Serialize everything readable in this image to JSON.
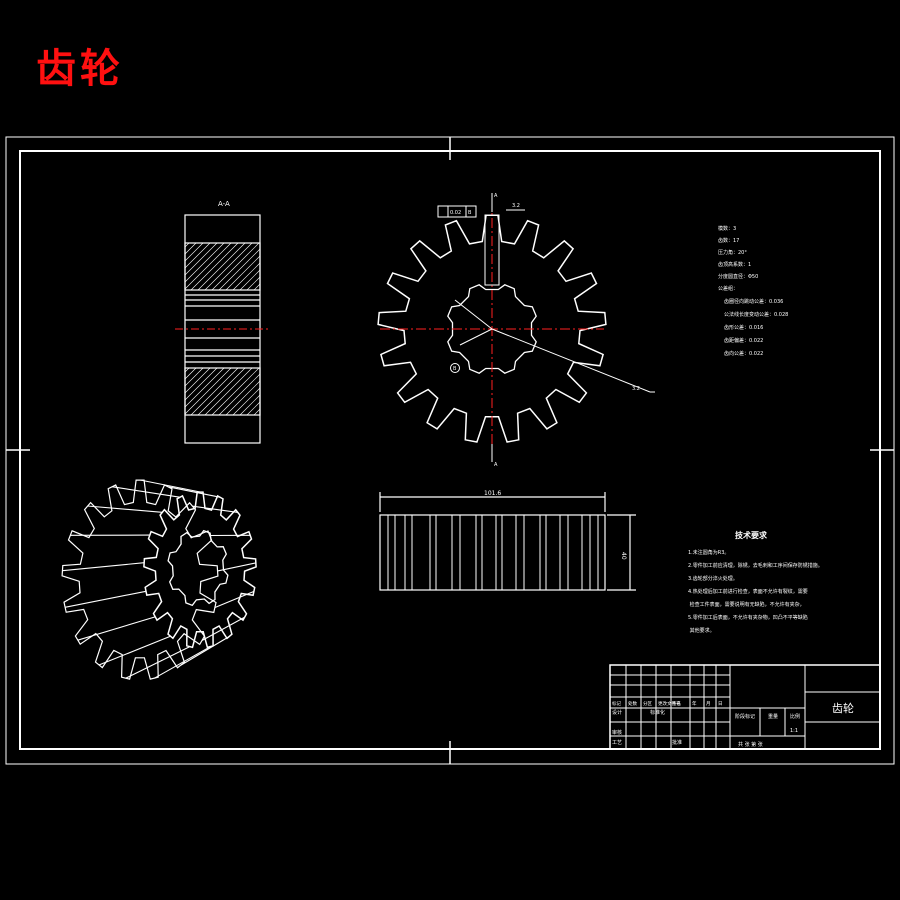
{
  "title": "齿轮",
  "section_label": "A-A",
  "cut_label_top": "A",
  "cut_label_bottom": "A",
  "tolerance_box": "0.02",
  "tolerance_datum": "B",
  "roughness_top": "3.2",
  "roughness_right": "3.2",
  "datum_circle": "B",
  "dim_width": "101.6",
  "dim_height": "40",
  "params": [
    "模数：3",
    "齿数：17",
    "压力角：20°",
    "齿顶高系数：1",
    "分度圆直径：Φ50",
    "公差组："
  ],
  "params_sub": [
    "齿圈径向跳动公差：0.036",
    "公法线长度变动公差：0.028",
    "齿形公差：0.016",
    "齿距偏差：0.022",
    "齿向公差：0.022"
  ],
  "tech_title": "技术要求",
  "tech_lines": [
    "1.未注圆角为R3。",
    "2.零件加工前应清理，除锈，去毛刺和工序间保存防锈措施。",
    "3.齿轮部分淬火处理。",
    "4.热处理后加工前进行检查，表面不允许有裂纹，需要",
    "  检查工件表面，需要说明有无缺陷，不允许有夹杂，",
    "5.零件加工后表面，不允许有夹杂物，凹凸不平等缺陷",
    "  其他要求。"
  ],
  "titleblock": {
    "name": "齿轮",
    "row_labels": [
      "标记",
      "处数",
      "分区",
      "更改文件号",
      "签名",
      "年",
      "月",
      "日"
    ],
    "design": "设计",
    "standard": "标准化",
    "review": "审核",
    "process": "工艺",
    "approve": "批准",
    "stage_label": "阶段标记",
    "weight": "重量",
    "scale": "比例",
    "scale_value": "1:1",
    "sheet": "共  张  第  张"
  }
}
